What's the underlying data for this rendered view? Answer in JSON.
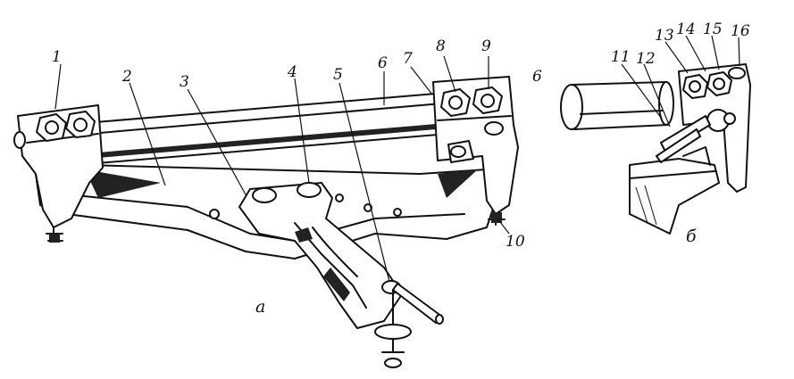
{
  "callouts": [
    "1",
    "2",
    "3",
    "4",
    "5",
    "6",
    "7",
    "8",
    "9",
    "10",
    "11",
    "12",
    "13",
    "14",
    "15",
    "16"
  ],
  "detail_callout_6": "6",
  "captions": {
    "left_view": "а",
    "right_view": "б"
  }
}
